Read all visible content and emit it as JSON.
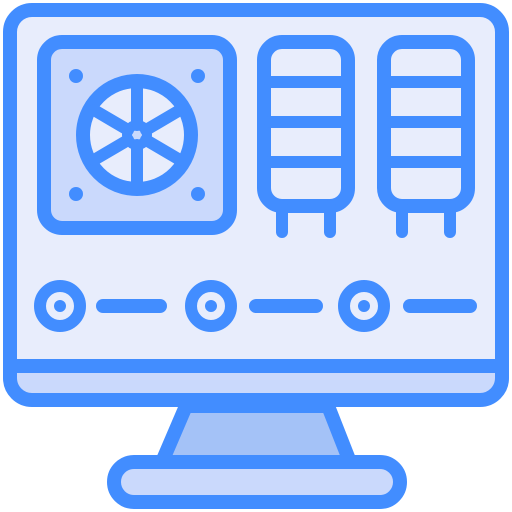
{
  "icon": {
    "name": "computer-hardware-monitor-icon",
    "colors": {
      "outline": "#428DFF",
      "screen_fill": "#E8EDFC",
      "panel_fill": "#CAD9FC",
      "stand_fill": "#A4C2F7",
      "white": "#FFFFFF"
    },
    "parts": [
      "monitor-frame",
      "fan-unit",
      "drive-bay-left",
      "drive-bay-right",
      "control-knobs",
      "monitor-stand",
      "monitor-base"
    ]
  }
}
